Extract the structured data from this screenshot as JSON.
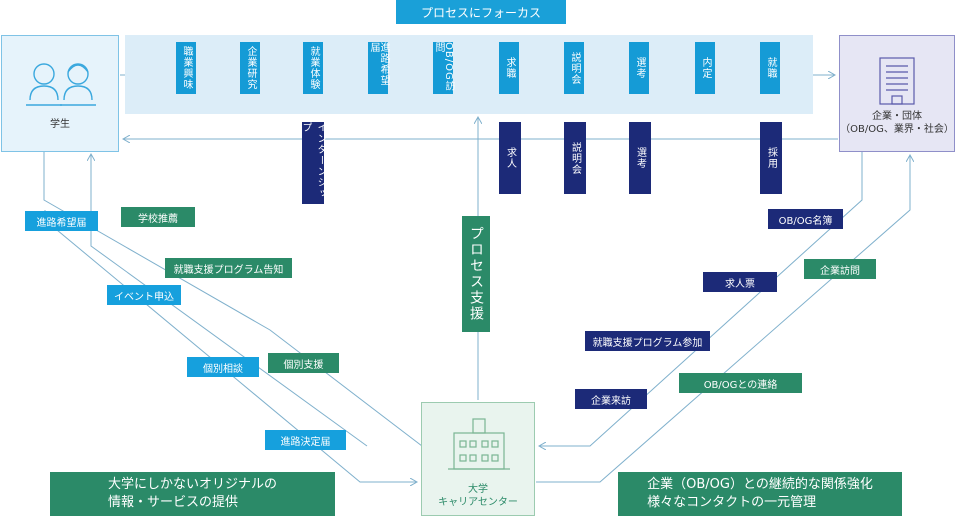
{
  "header": {
    "title": "プロセスにフォーカス"
  },
  "process_steps": [
    "職業興味",
    "企業研究",
    "就業体験",
    "進路希望届",
    "OB/OG訪問",
    "求職",
    "説明会",
    "選考",
    "内定",
    "就職"
  ],
  "return_steps": [
    "インターンシップ",
    "求人",
    "説明会",
    "選考",
    "採用"
  ],
  "student": {
    "label": "学生"
  },
  "company": {
    "label": "企業・団体\n（OB/OG、業界・社会）"
  },
  "career_center": {
    "label": "大学\nキャリアセンター"
  },
  "left_tags": {
    "blue": [
      "進路希望届",
      "イベント申込",
      "個別相談",
      "進路決定届"
    ],
    "green": [
      "学校推薦",
      "就職支援プログラム告知",
      "個別支援"
    ]
  },
  "right_tags": {
    "navy": [
      "OB/OG名簿",
      "求人票",
      "就職支援プログラム参加",
      "企業来訪"
    ],
    "green": [
      "企業訪問",
      "OB/OGとの連絡"
    ]
  },
  "center_label": "プロセス支援",
  "bottom_left": "大学にしかないオリジナルの\n情報・サービスの提供",
  "bottom_right": "企業（OB/OG）との継続的な関係強化\n様々なコンタクトの一元管理",
  "colors": {
    "blue": "#16a0dd",
    "green": "#2b8a68",
    "navy": "#1c2a78",
    "band": "#dcedf8",
    "line": "#7fb0cc"
  }
}
